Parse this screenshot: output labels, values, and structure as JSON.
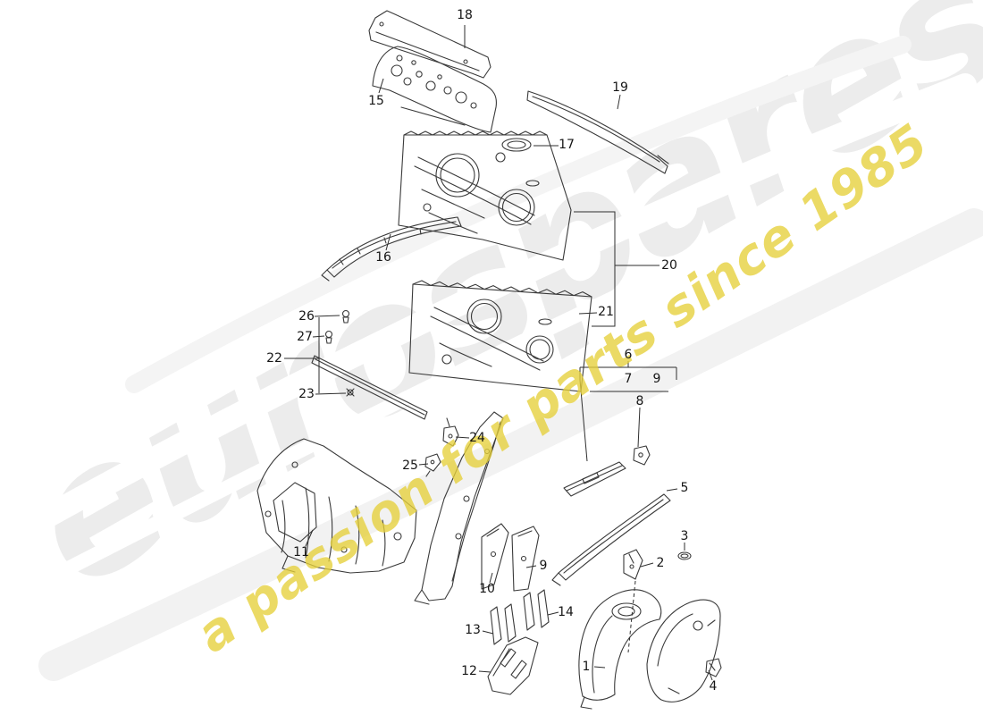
{
  "watermark": {
    "brand": "eurospares",
    "tagline": "a passion for parts since 1985",
    "brand_color": "#ececec",
    "tagline_color": "#e6cf3a"
  },
  "style": {
    "ink_color": "#3a3a3a",
    "background_color": "#ffffff"
  },
  "callouts": [
    {
      "label": "18"
    },
    {
      "label": "15"
    },
    {
      "label": "19"
    },
    {
      "label": "17"
    },
    {
      "label": "16"
    },
    {
      "label": "20"
    },
    {
      "label": "21"
    },
    {
      "label": "26"
    },
    {
      "label": "27"
    },
    {
      "label": "22"
    },
    {
      "label": "23"
    },
    {
      "label": "24"
    },
    {
      "label": "25"
    },
    {
      "label": "6"
    },
    {
      "label": "7"
    },
    {
      "label": "9"
    },
    {
      "label": "8"
    },
    {
      "label": "5"
    },
    {
      "label": "11"
    },
    {
      "label": "9"
    },
    {
      "label": "10"
    },
    {
      "label": "2"
    },
    {
      "label": "3"
    },
    {
      "label": "14"
    },
    {
      "label": "13"
    },
    {
      "label": "12"
    },
    {
      "label": "1"
    },
    {
      "label": "4"
    }
  ]
}
